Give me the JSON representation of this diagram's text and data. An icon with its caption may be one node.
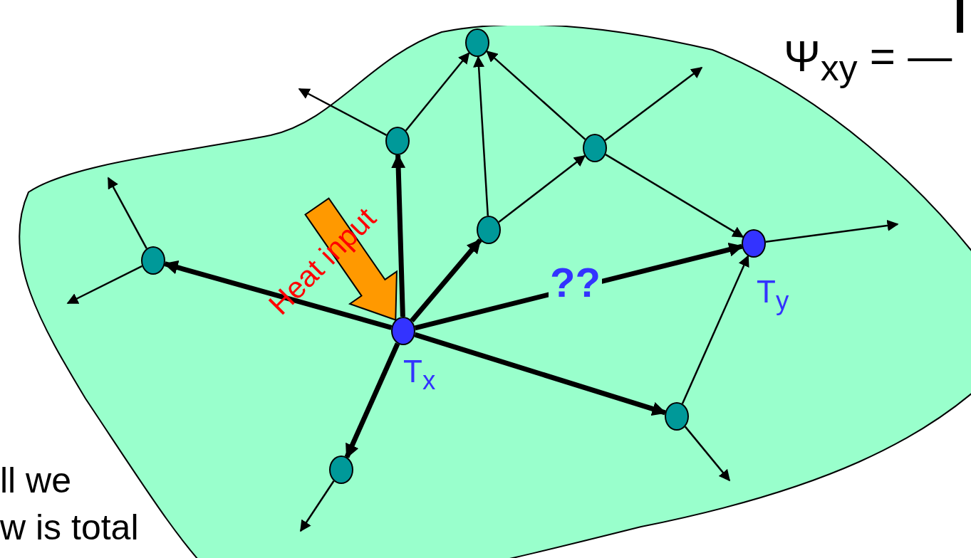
{
  "diagram": {
    "nodes": [
      {
        "text": [],
        "shape": "cloud"
      },
      {
        "text": [],
        "shape": "circle",
        "in": 0
      },
      {
        "text": [],
        "shape": "circle",
        "in": 0
      },
      {
        "text": [],
        "shape": "circle",
        "in": 0
      },
      {
        "text": [],
        "shape": "circle",
        "in": 0
      },
      {
        "text": [],
        "shape": "circle",
        "in": 0,
        "beside": [
          "T$_{y}$"
        ]
      },
      {
        "text": [],
        "shape": "circle",
        "in": 0
      },
      {
        "text": [],
        "shape": "circle",
        "in": 0,
        "beside": [
          "T$_{x}$"
        ]
      },
      {
        "text": [],
        "shape": "circle",
        "in": 0
      },
      {
        "text": [],
        "shape": "circle",
        "in": 0
      }
    ],
    "edges": [
      {
        "from": 2,
        "to": 1,
        "arrow": "to"
      },
      {
        "from": 2,
        "to": null,
        "arrow": "to"
      },
      {
        "from": 4,
        "to": 1,
        "arrow": "to"
      },
      {
        "from": 3,
        "to": 1,
        "arrow": "to"
      },
      {
        "from": 3,
        "to": null,
        "arrow": "to"
      },
      {
        "from": 3,
        "to": 5,
        "arrow": "to"
      },
      {
        "from": 4,
        "to": 3,
        "arrow": "to"
      },
      {
        "from": 5,
        "to": null,
        "arrow": "to"
      },
      {
        "from": 6,
        "to": null,
        "arrow": "to"
      },
      {
        "from": 6,
        "to": null,
        "arrow": "to"
      },
      {
        "from": 7,
        "to": 6,
        "arrow": "to",
        "style": "thick"
      },
      {
        "from": 7,
        "to": 2,
        "arrow": "to",
        "style": "thick"
      },
      {
        "from": 7,
        "to": 4,
        "arrow": "to",
        "style": "thick"
      },
      {
        "from": 7,
        "to": 5,
        "arrow": "to",
        "style": "thick",
        "label": "??"
      },
      {
        "from": 7,
        "to": 8,
        "arrow": "to",
        "style": "thick"
      },
      {
        "from": 7,
        "to": 9,
        "arrow": "to",
        "style": "thick"
      },
      {
        "from": 8,
        "to": 5,
        "arrow": "to"
      },
      {
        "from": 8,
        "to": null,
        "arrow": "to"
      },
      {
        "from": 9,
        "to": null,
        "arrow": "to"
      },
      {
        "from": null,
        "to": 7,
        "arrow": "to",
        "style": "thick",
        "color": "#ff9900",
        "label": "Heat input"
      }
    ],
    "labels": [
      "Ψ$_{xy}$ = —",
      "ll we",
      "w is total"
    ]
  }
}
